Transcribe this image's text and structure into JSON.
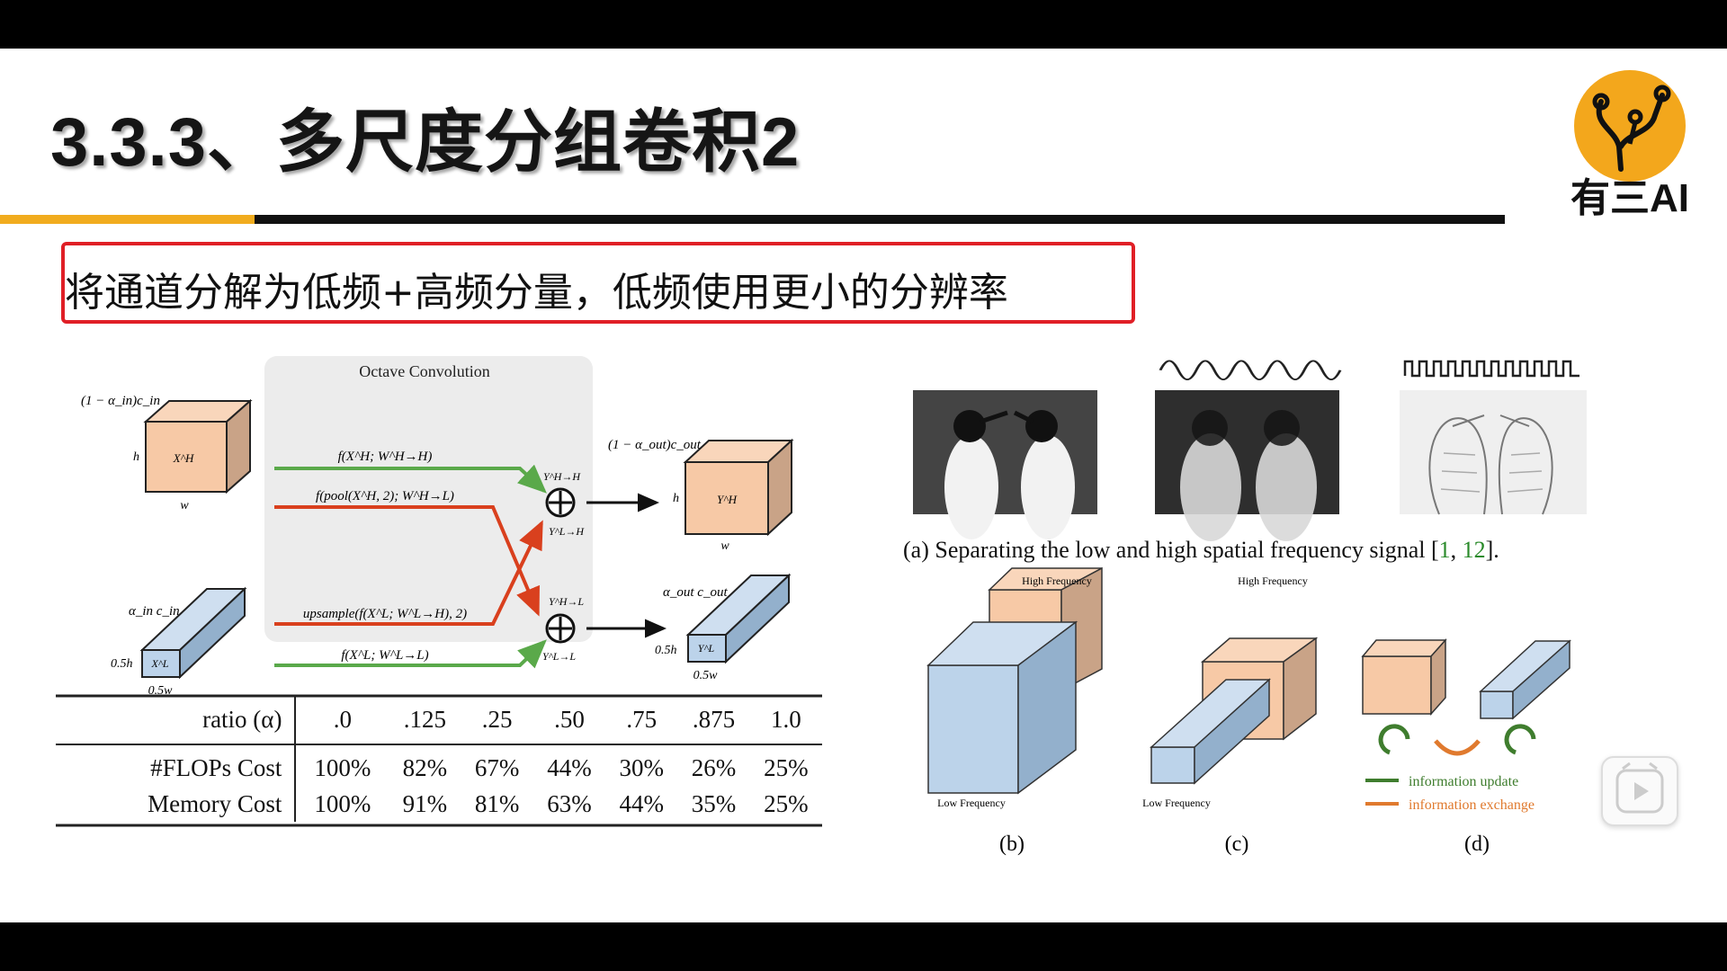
{
  "slide": {
    "title": "3.3.3、多尺度分组卷积2",
    "callout": "将通道分解为低频+高频分量，低频使用更小的分辨率",
    "logo_text": "有三AI",
    "colors": {
      "accent": "#f1ac1e",
      "callout_border": "#e01f26",
      "high_freq": "#f7c9a6",
      "low_freq": "#bcd3ea"
    }
  },
  "octave": {
    "title": "Octave Convolution",
    "in_high_channels": "(1 − α_in)c_in",
    "in_low_channels": "α_in c_in",
    "out_high_channels": "(1 − α_out)c_out",
    "out_low_channels": "α_out c_out",
    "h": "h",
    "w": "w",
    "h_half": "0.5h",
    "w_half": "0.5w",
    "xh": "X^H",
    "xl": "X^L",
    "yh": "Y^H",
    "yl": "Y^L",
    "f_hh": "f(X^H; W^H→H)",
    "f_hl": "f(pool(X^H, 2); W^H→L)",
    "f_lh": "upsample(f(X^L; W^L→H), 2)",
    "f_ll": "f(X^L; W^L→L)",
    "y_hh": "Y^H→H",
    "y_lh": "Y^L→H",
    "y_hl": "Y^H→L",
    "y_ll": "Y^L→L"
  },
  "penguin_figure": {
    "caption_prefix": "(a) Separating the low and high spatial frequency signal [",
    "ref1": "1",
    "ref_sep": ", ",
    "ref2": "12",
    "caption_suffix": "]."
  },
  "cube_figures": {
    "high_frequency": "High Frequency",
    "low_frequency": "Low Frequency",
    "label_b": "(b)",
    "label_c": "(c)",
    "label_d": "(d)",
    "legend_update": "information update",
    "legend_exchange": "information exchange",
    "update_color": "#3f7d2e",
    "exchange_color": "#e07a2e"
  },
  "table": {
    "header_label": "ratio (α)",
    "ratios": [
      ".0",
      ".125",
      ".25",
      ".50",
      ".75",
      ".875",
      "1.0"
    ],
    "rows": [
      {
        "label": "#FLOPs Cost",
        "values": [
          "100%",
          "82%",
          "67%",
          "44%",
          "30%",
          "26%",
          "25%"
        ]
      },
      {
        "label": "Memory Cost",
        "values": [
          "100%",
          "91%",
          "81%",
          "63%",
          "44%",
          "35%",
          "25%"
        ]
      }
    ]
  }
}
